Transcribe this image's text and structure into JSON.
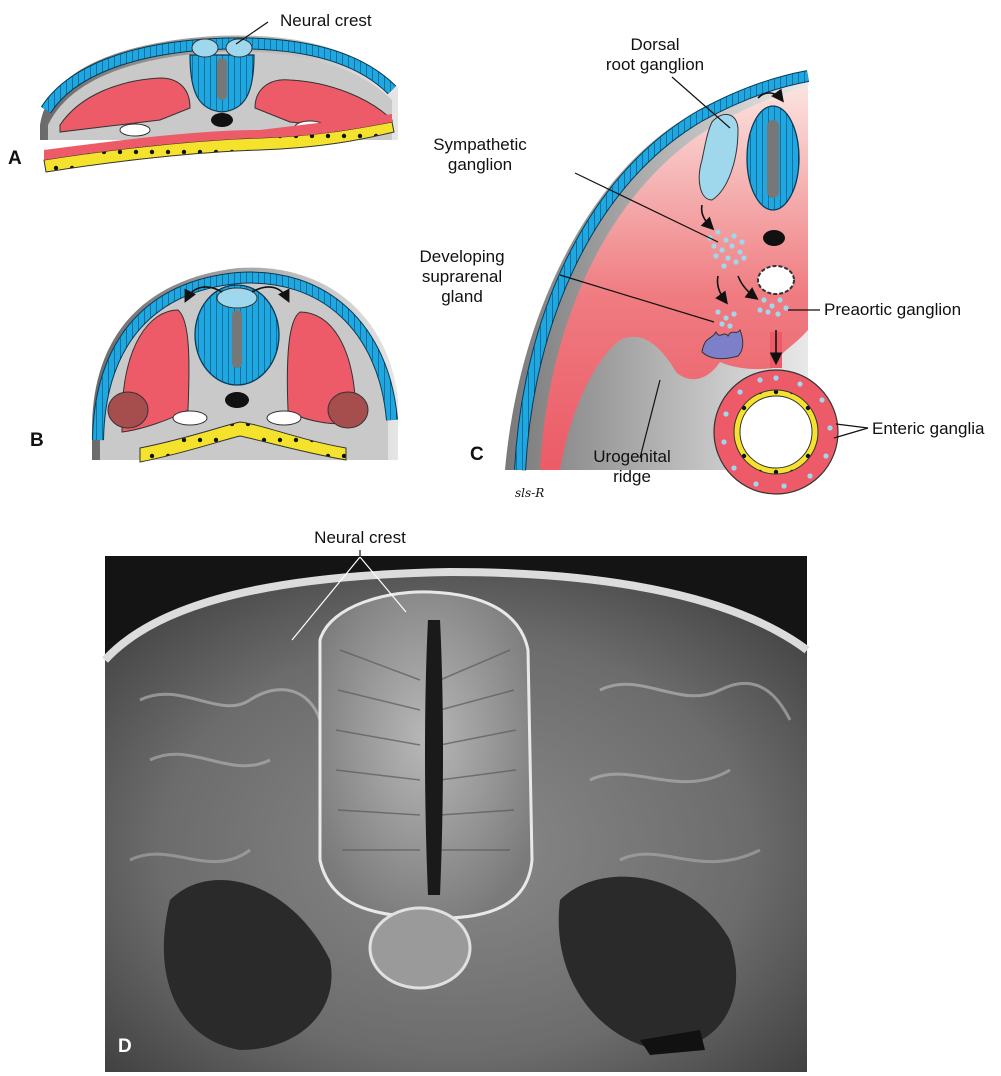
{
  "panels": {
    "a": {
      "letter": "A",
      "labels": {
        "neural_crest": "Neural crest"
      }
    },
    "b": {
      "letter": "B"
    },
    "c": {
      "letter": "C",
      "labels": {
        "dorsal_root_line1": "Dorsal",
        "dorsal_root_line2": "root ganglion",
        "sympathetic_line1": "Sympathetic",
        "sympathetic_line2": "ganglion",
        "suprarenal_line1": "Developing",
        "suprarenal_line2": "suprarenal",
        "suprarenal_line3": "gland",
        "preaortic": "Preaortic ganglion",
        "enteric": "Enteric ganglia",
        "urogenital_line1": "Urogenital",
        "urogenital_line2": "ridge"
      },
      "signature": "sls-R"
    },
    "d": {
      "letter": "D",
      "labels": {
        "neural_crest": "Neural crest"
      }
    }
  },
  "colors": {
    "ectoderm": "#1ea7e0",
    "neural_crest": "#9fd8ec",
    "mesoderm": "#ec5b67",
    "mesoderm_light": "#f7b0b0",
    "endoderm": "#f5e22c",
    "gray_tissue": "#c9c9c9",
    "notochord": "#111111",
    "suprarenal": "#7d7fc8",
    "ridge_brown": "#a64d4d"
  }
}
